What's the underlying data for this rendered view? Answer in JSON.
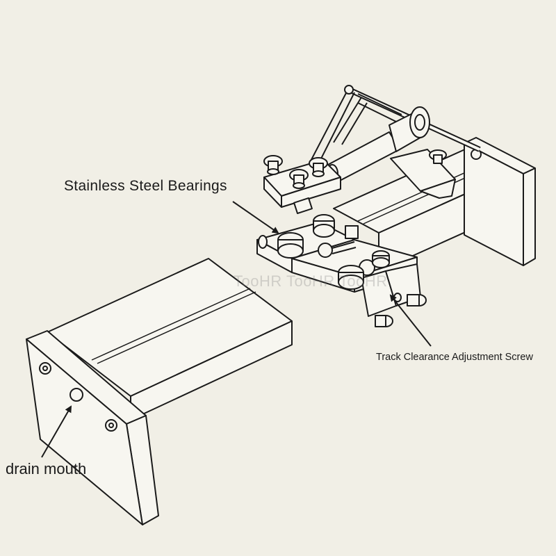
{
  "labels": {
    "bearings": "Stainless Steel Bearings",
    "screw": "Track Clearance Adjustment Screw",
    "drain": "drain mouth"
  },
  "watermark": "TooHR TooHR TooHR",
  "colors": {
    "background": "#f1efe6",
    "line": "#1a1a1a",
    "fill": "#f7f6f0"
  }
}
